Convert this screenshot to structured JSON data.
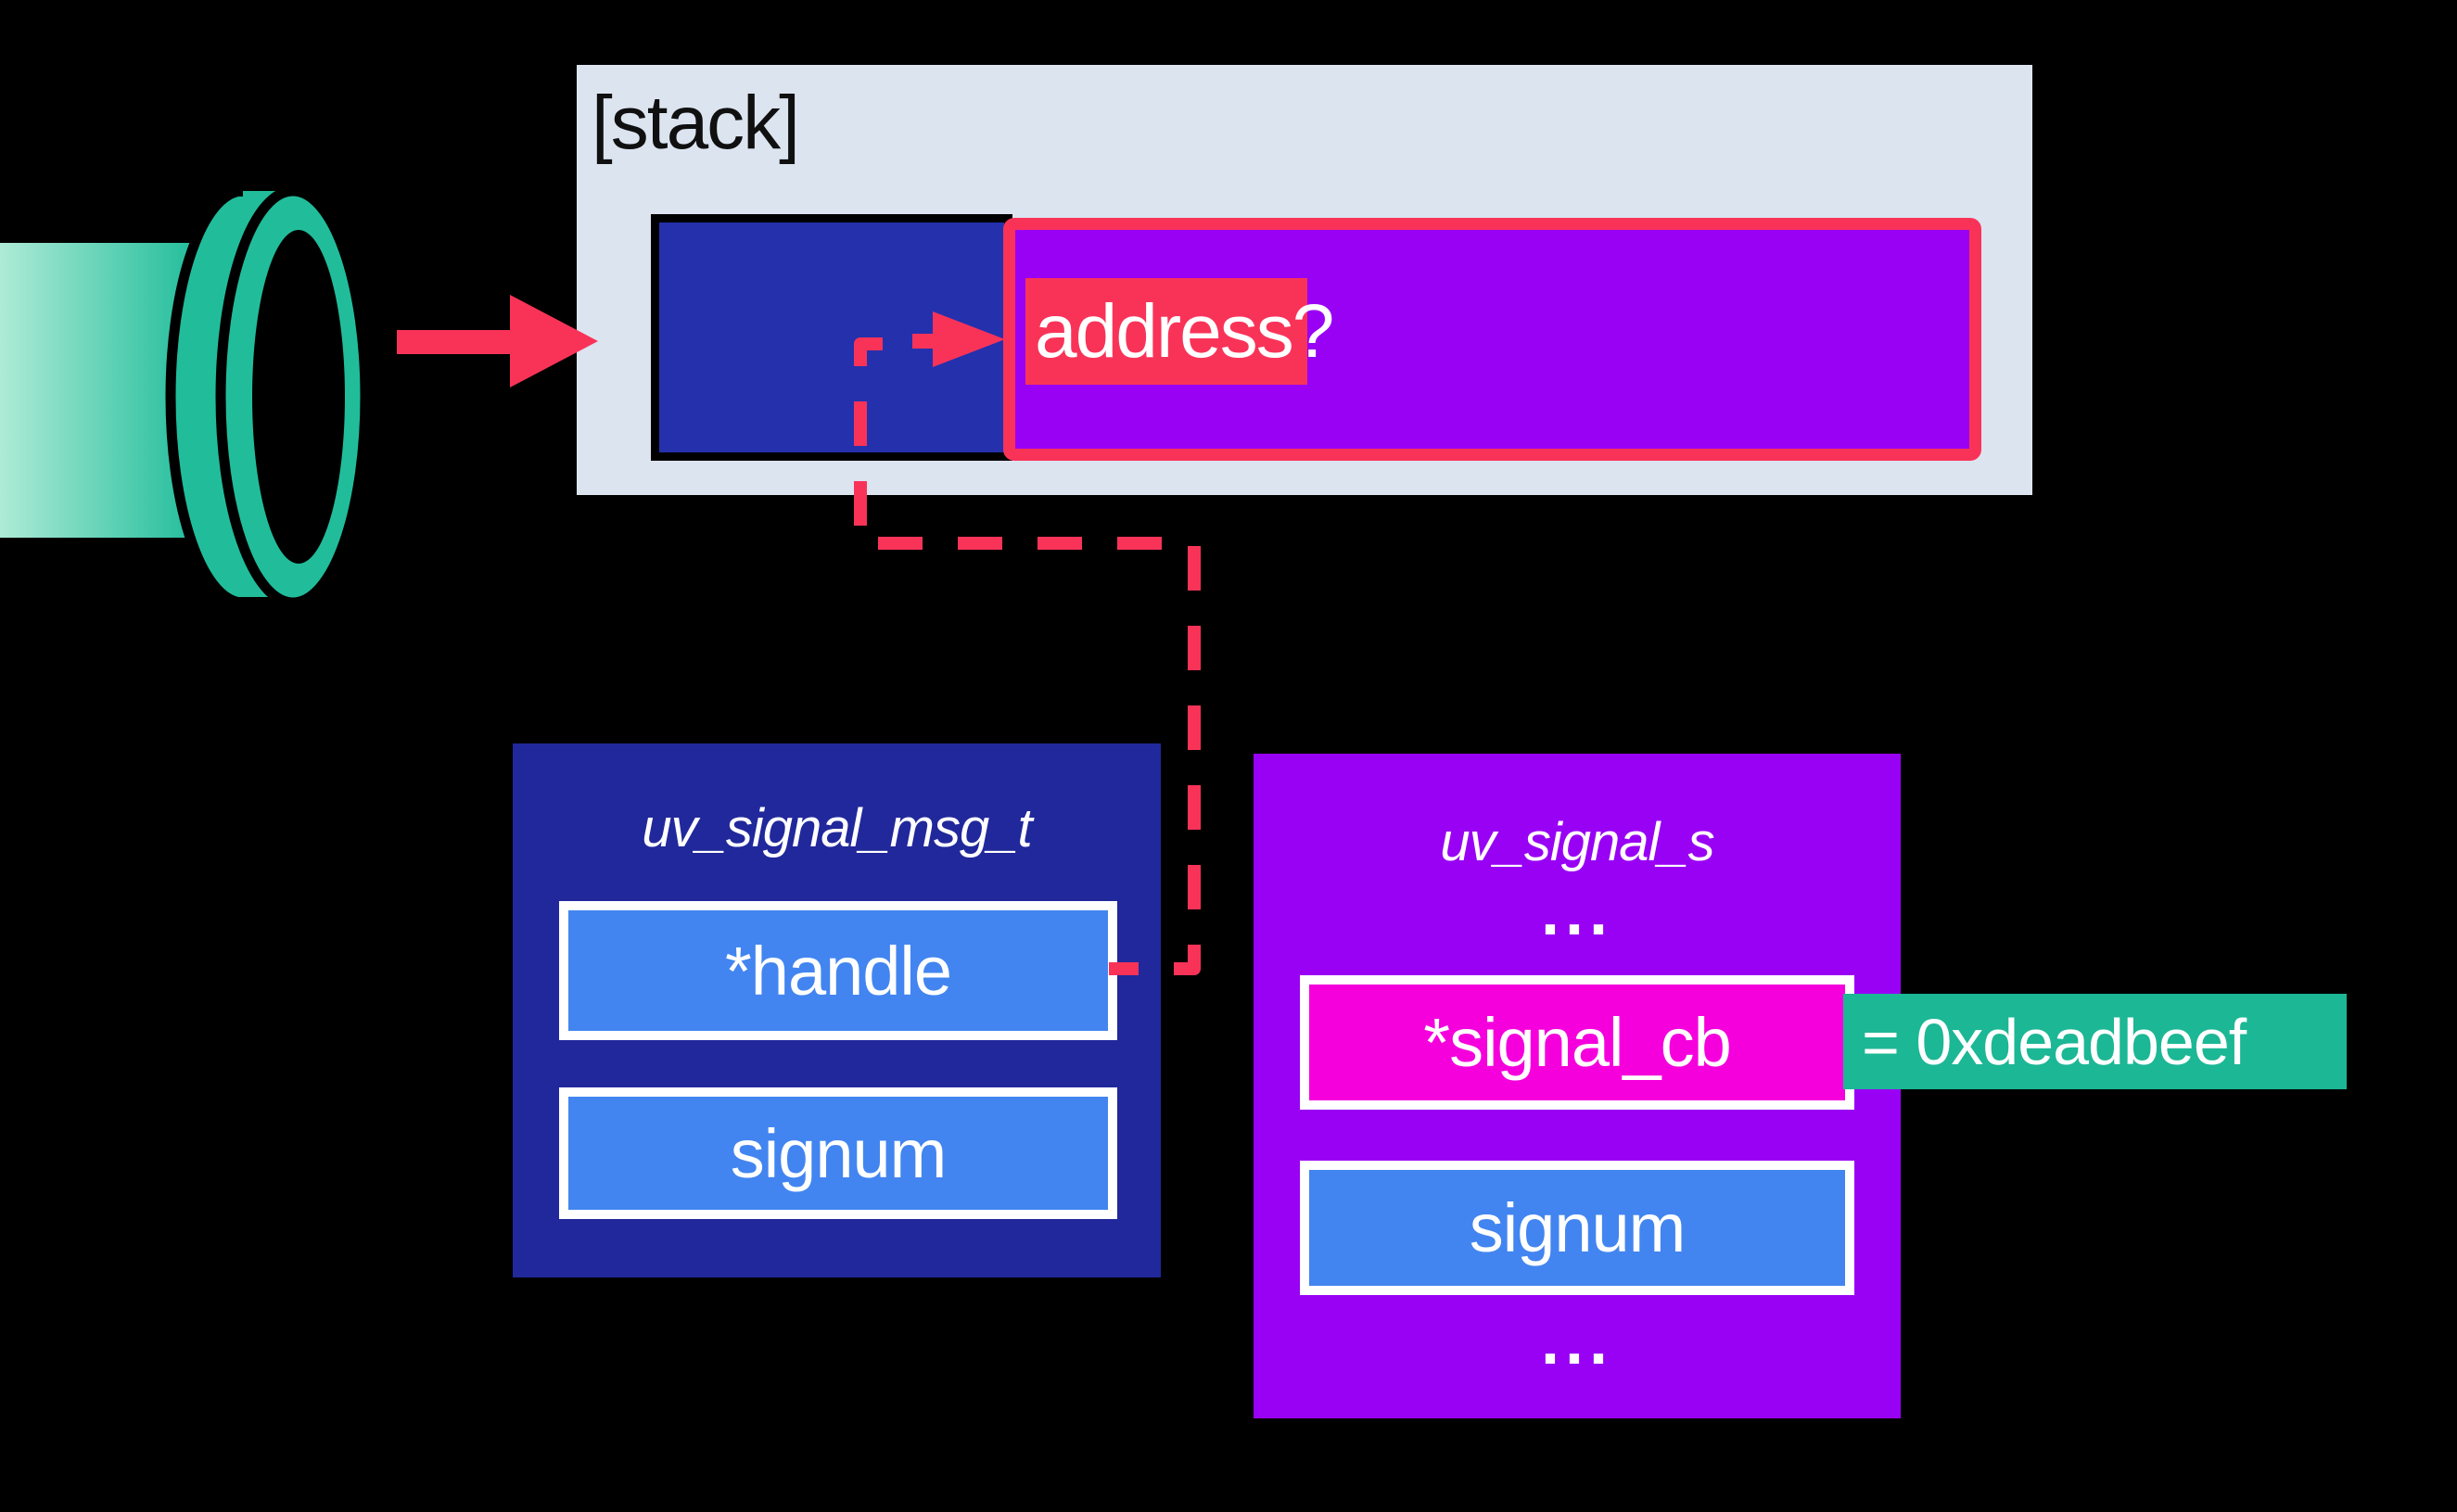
{
  "diagram": {
    "stack": {
      "label": "[stack]",
      "address_label": "address?"
    },
    "msg_struct": {
      "title": "uv_signal_msg_t",
      "fields": [
        "*handle",
        "signum"
      ]
    },
    "signal_struct": {
      "title": "uv_signal_s",
      "ellipsis_top": "...",
      "fields": [
        "*signal_cb",
        "signum"
      ],
      "ellipsis_bottom": "..."
    },
    "badge": {
      "text": "= 0xdeadbeef"
    },
    "icons": {
      "pipe": "pipe-cylinder-icon",
      "flow_arrow": "flow-arrow-icon",
      "pointer_arrow": "pointer-arrow-icon",
      "dashed_path": "dashed-pointer-path"
    },
    "colors": {
      "background": "#000000",
      "stack_bg": "#DCE4F0",
      "stack_text": "#101010",
      "navy": "#2530AC",
      "navy_dark": "#21289B",
      "purple": "#9901F5",
      "pink": "#F93358",
      "magenta": "#F500DD",
      "field_blue": "#4285F0",
      "teal": "#1CB795",
      "teal_bright": "#21BD9B",
      "teal_light": "#B5EDD9",
      "white": "#FFFFFF"
    }
  }
}
